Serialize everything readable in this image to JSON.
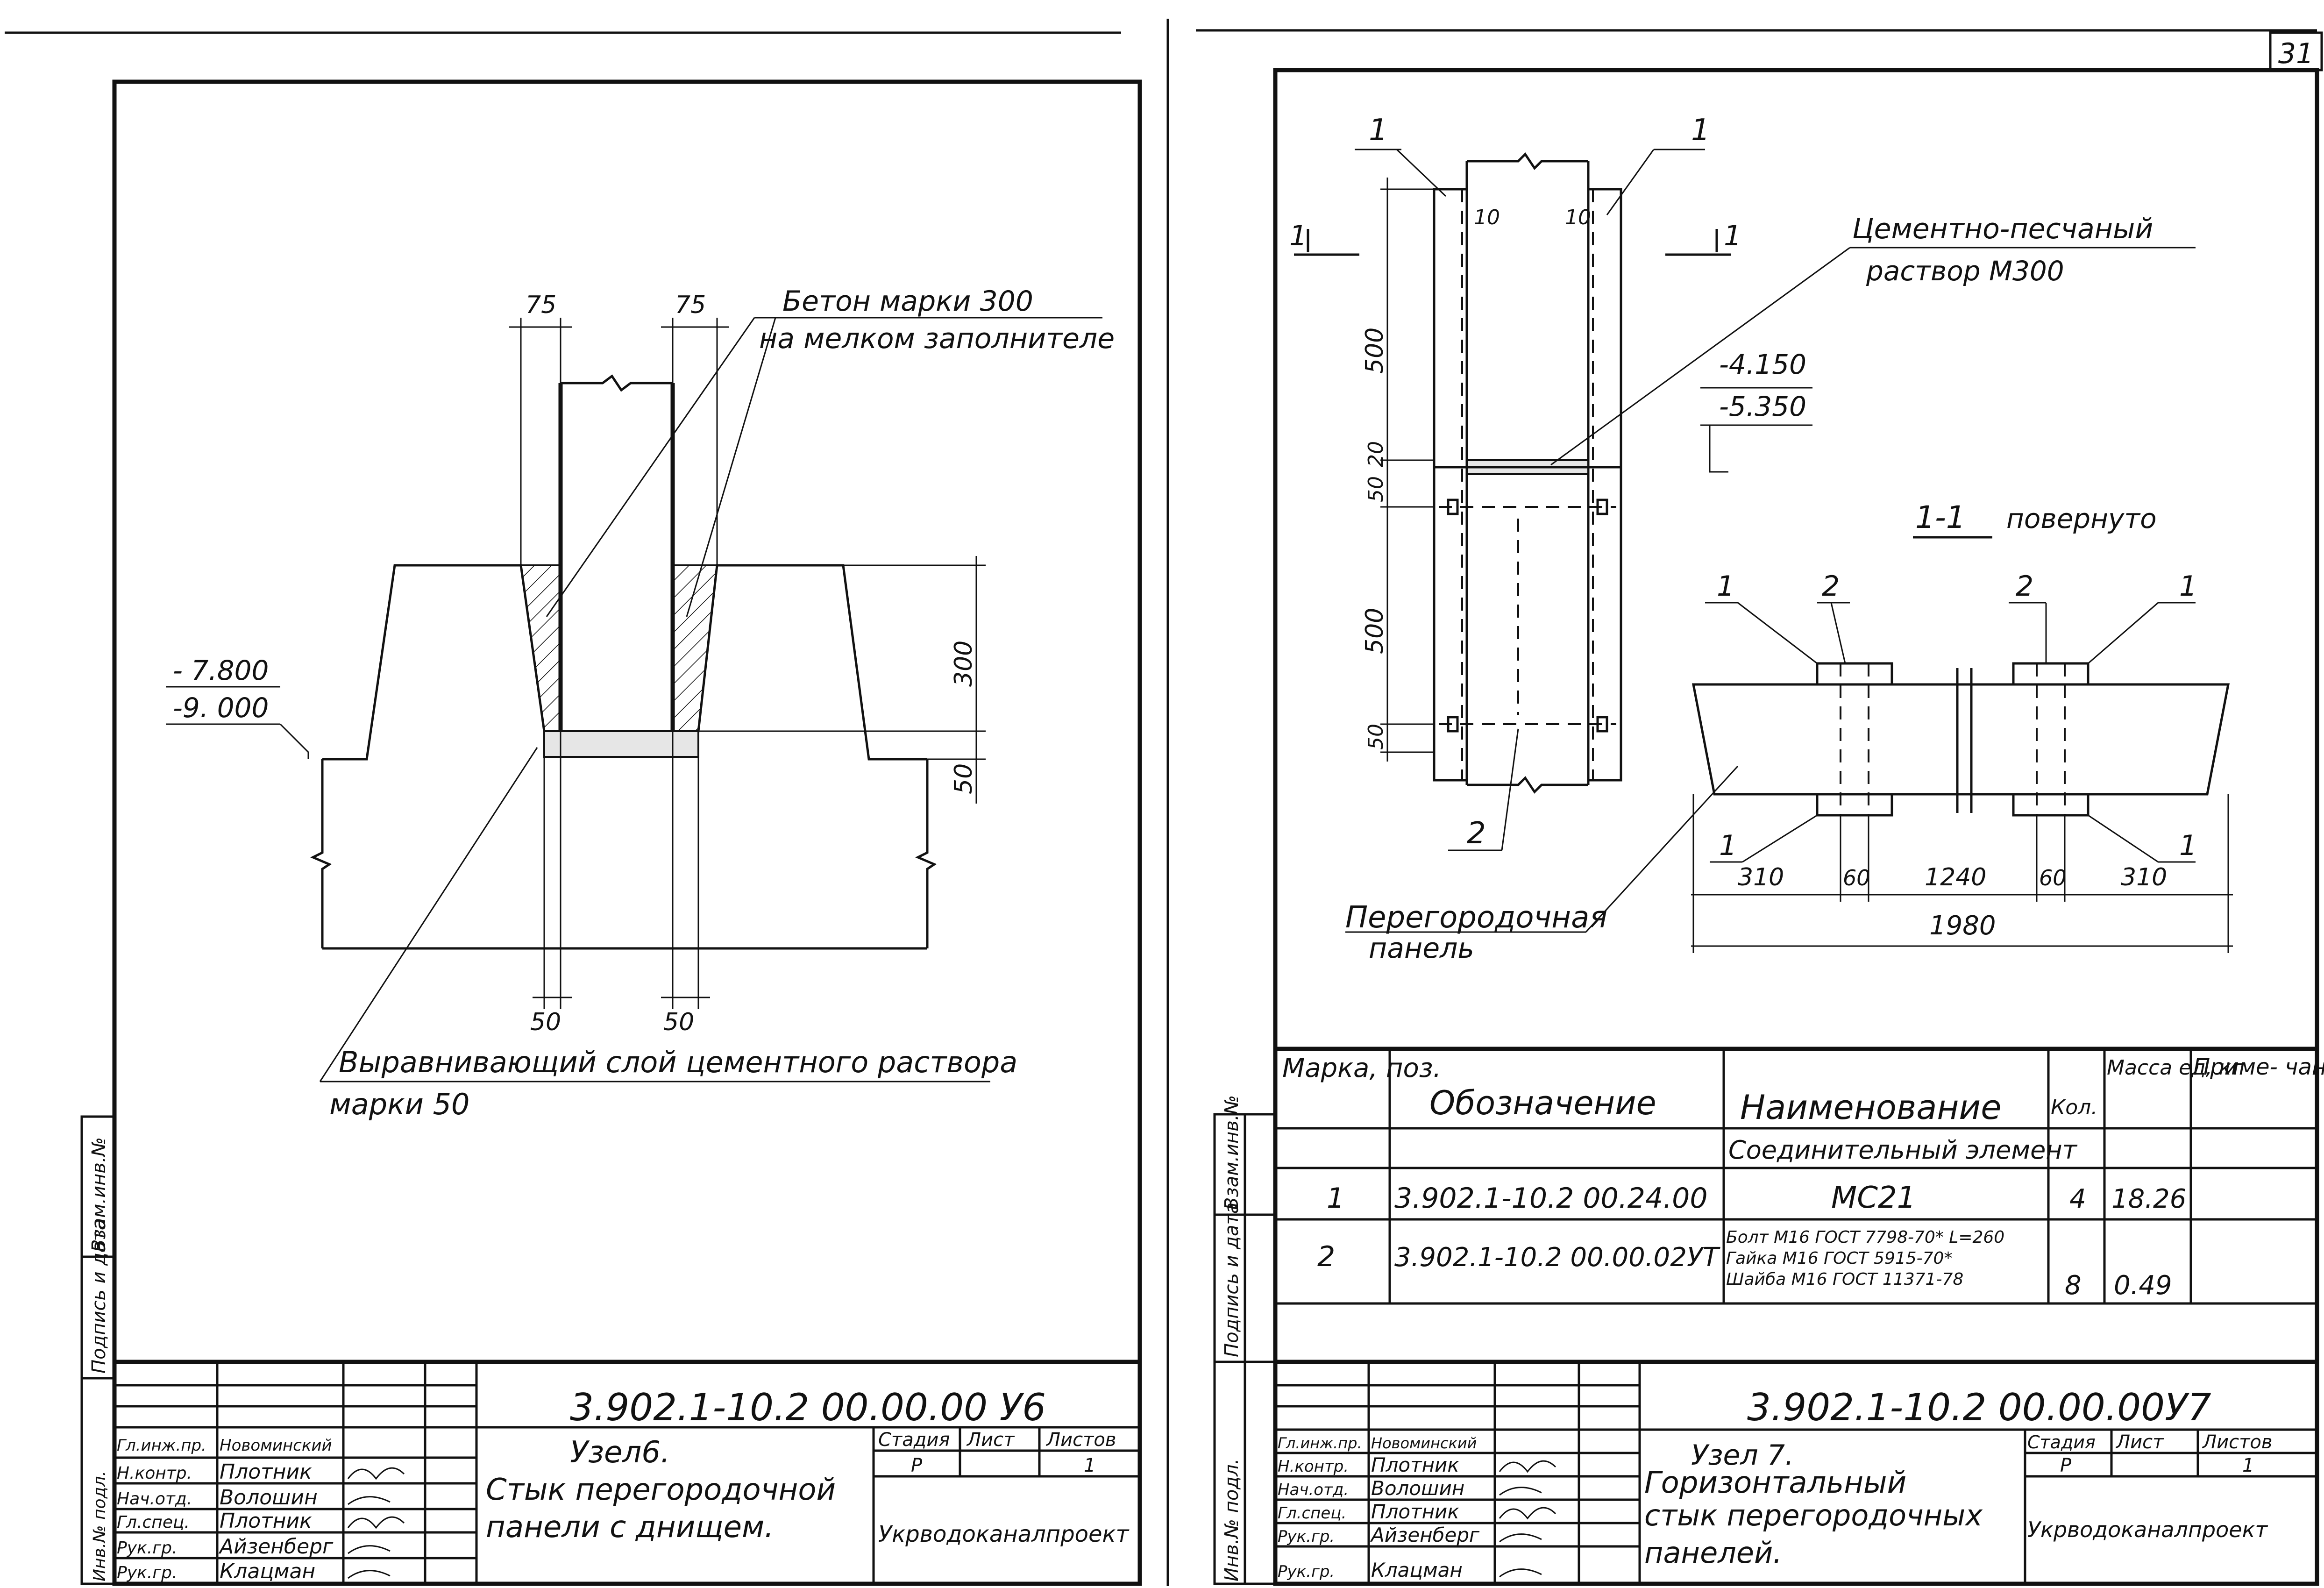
{
  "sheet_number": "31",
  "left": {
    "dims": {
      "d75a": "75",
      "d75b": "75",
      "d300": "300",
      "d50v": "50",
      "d50a": "50",
      "d50b": "50"
    },
    "levels": {
      "top": "- 7.800",
      "bottom": "-9. 000"
    },
    "notes": {
      "concrete_1": "Бетон марки 300",
      "concrete_2": "на мелком заполнителе",
      "leveling_1": "Выравнивающий слой цементного раствора",
      "leveling_2": "марки 50"
    },
    "stamp": {
      "code": "3.902.1-10.2  00.00.00 У6",
      "title_lines": [
        "Узел6.",
        "Стык перегородочной",
        "панели с днищем."
      ],
      "stage_h": "Стадия",
      "sheet_h": "Лист",
      "sheets_h": "Листов",
      "stage": "Р",
      "sheet": "",
      "sheets": "1",
      "org": "Укрводоканалпроект",
      "roles": [
        "Гл.инж.пр.",
        "Н.контр.",
        "Нач.отд.",
        "Гл.спец.",
        "Рук.гр.",
        "Рук.гр."
      ],
      "names": [
        "Новоминский",
        "Плотник",
        "Волошин",
        "Плотник",
        "Айзенберг",
        "Клацман"
      ]
    },
    "side": {
      "s1": "Взам.инв.№",
      "s2": "Подпись и дата",
      "s3": "Инв.№ подл."
    }
  },
  "right": {
    "marks": {
      "m1a": "1",
      "m1b": "1",
      "m2": "2",
      "cut_l": "1",
      "cut_r": "1"
    },
    "dims": {
      "t10a": "10",
      "t10b": "10",
      "v500a": "500",
      "v20": "20",
      "v50a": "50",
      "v500b": "500",
      "v50b": "50"
    },
    "levels": {
      "top": "-4.150",
      "bottom": "-5.350"
    },
    "notes": {
      "mortar_1": "Цементно-песчаный",
      "mortar_2": "раствор  М300",
      "panel_1": "Перегородочная",
      "panel_2": "панель"
    },
    "section": {
      "title": "1-1",
      "rotated": "повернуто",
      "p1a": "1",
      "p2a": "2",
      "p2b": "2",
      "p1b": "1",
      "p1c": "1",
      "p1d": "1",
      "d310a": "310",
      "d60a": "60",
      "d1240": "1240",
      "d60b": "60",
      "d310b": "310",
      "d1980": "1980"
    },
    "spec": {
      "h_mark": "Марка, поз.",
      "h_designation": "Обозначение",
      "h_name": "Наименование",
      "h_qty": "Кол.",
      "h_mass": "Масса ед, кг",
      "h_note": "Приме- чание",
      "group": "Соединительный элемент",
      "rows": [
        {
          "pos": "1",
          "designation": "3.902.1-10.2  00.24.00",
          "name": "МС21",
          "qty": "4",
          "mass": "18.26"
        },
        {
          "pos": "2",
          "designation": "3.902.1-10.2  00.00.02УТ",
          "name_1": "Болт М16 ГОСТ 7798-70* L=260",
          "name_2": "Гайка М16 ГОСТ 5915-70*",
          "name_3": "Шайба М16 ГОСТ 11371-78",
          "qty": "8",
          "mass": "0.49"
        }
      ]
    },
    "stamp": {
      "code": "3.902.1-10.2  00.00.00У7",
      "title_lines": [
        "Узел 7.",
        "Горизонтальный",
        "стык перегородочных",
        "панелей."
      ],
      "stage_h": "Стадия",
      "sheet_h": "Лист",
      "sheets_h": "Листов",
      "stage": "Р",
      "sheets": "1",
      "org": "Укрводоканалпроект",
      "roles": [
        "Гл.инж.пр.",
        "Н.контр.",
        "Нач.отд.",
        "Гл.спец.",
        "Рук.гр.",
        "Рук.гр."
      ],
      "names": [
        "Новоминский",
        "Плотник",
        "Волошин",
        "Плотник",
        "Айзенберг",
        "Клацман"
      ]
    },
    "side": {
      "s1": "Взам.инв.№",
      "s2": "Подпись и дата",
      "s3": "Инв.№ подл."
    }
  }
}
